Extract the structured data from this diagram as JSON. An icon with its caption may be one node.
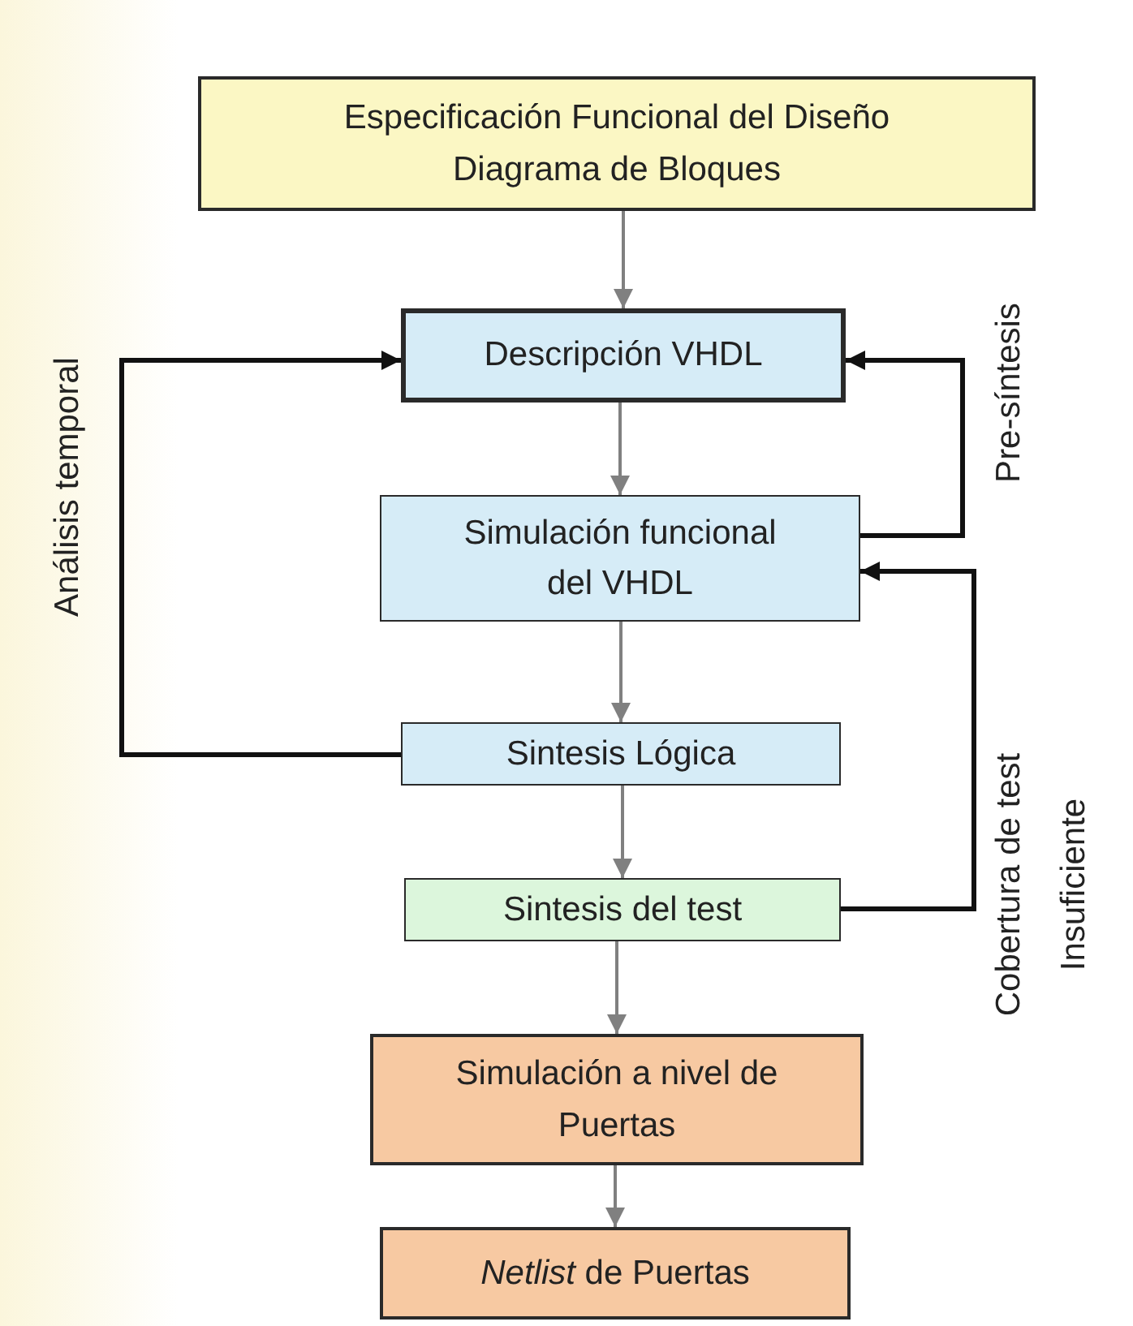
{
  "diagram": {
    "nodes": [
      {
        "text": [
          "Especificación Funcional del Diseño",
          "Diagrama de Bloques"
        ]
      },
      {
        "text": [
          "Descripción VHDL"
        ]
      },
      {
        "text": [
          "Simulación funcional del VHDL"
        ]
      },
      {
        "text": [
          "Sintesis Lógica"
        ]
      },
      {
        "text": [
          "Sintesis del test"
        ]
      },
      {
        "text": [
          "Simulación a nivel de Puertas"
        ]
      },
      {
        "text": [
          "*Netlist* de Puertas"
        ]
      }
    ],
    "edges": [
      {
        "from": 0,
        "to": 1,
        "arrow": "to"
      },
      {
        "from": 1,
        "to": 2,
        "arrow": "to"
      },
      {
        "from": 2,
        "to": 3,
        "arrow": "to"
      },
      {
        "from": 3,
        "to": 4,
        "arrow": "to"
      },
      {
        "from": 4,
        "to": 5,
        "arrow": "to"
      },
      {
        "from": 5,
        "to": 6,
        "arrow": "to"
      },
      {
        "from": 3,
        "to": 1,
        "arrow": "to",
        "label": "Análisis temporal",
        "color": "#111111"
      },
      {
        "from": 2,
        "to": 1,
        "arrow": "to",
        "label": "Pre-síntesis",
        "color": "#111111"
      },
      {
        "from": 4,
        "to": 2,
        "arrow": "to",
        "label": "Cobertura de test Insuficiente",
        "color": "#111111"
      }
    ]
  }
}
